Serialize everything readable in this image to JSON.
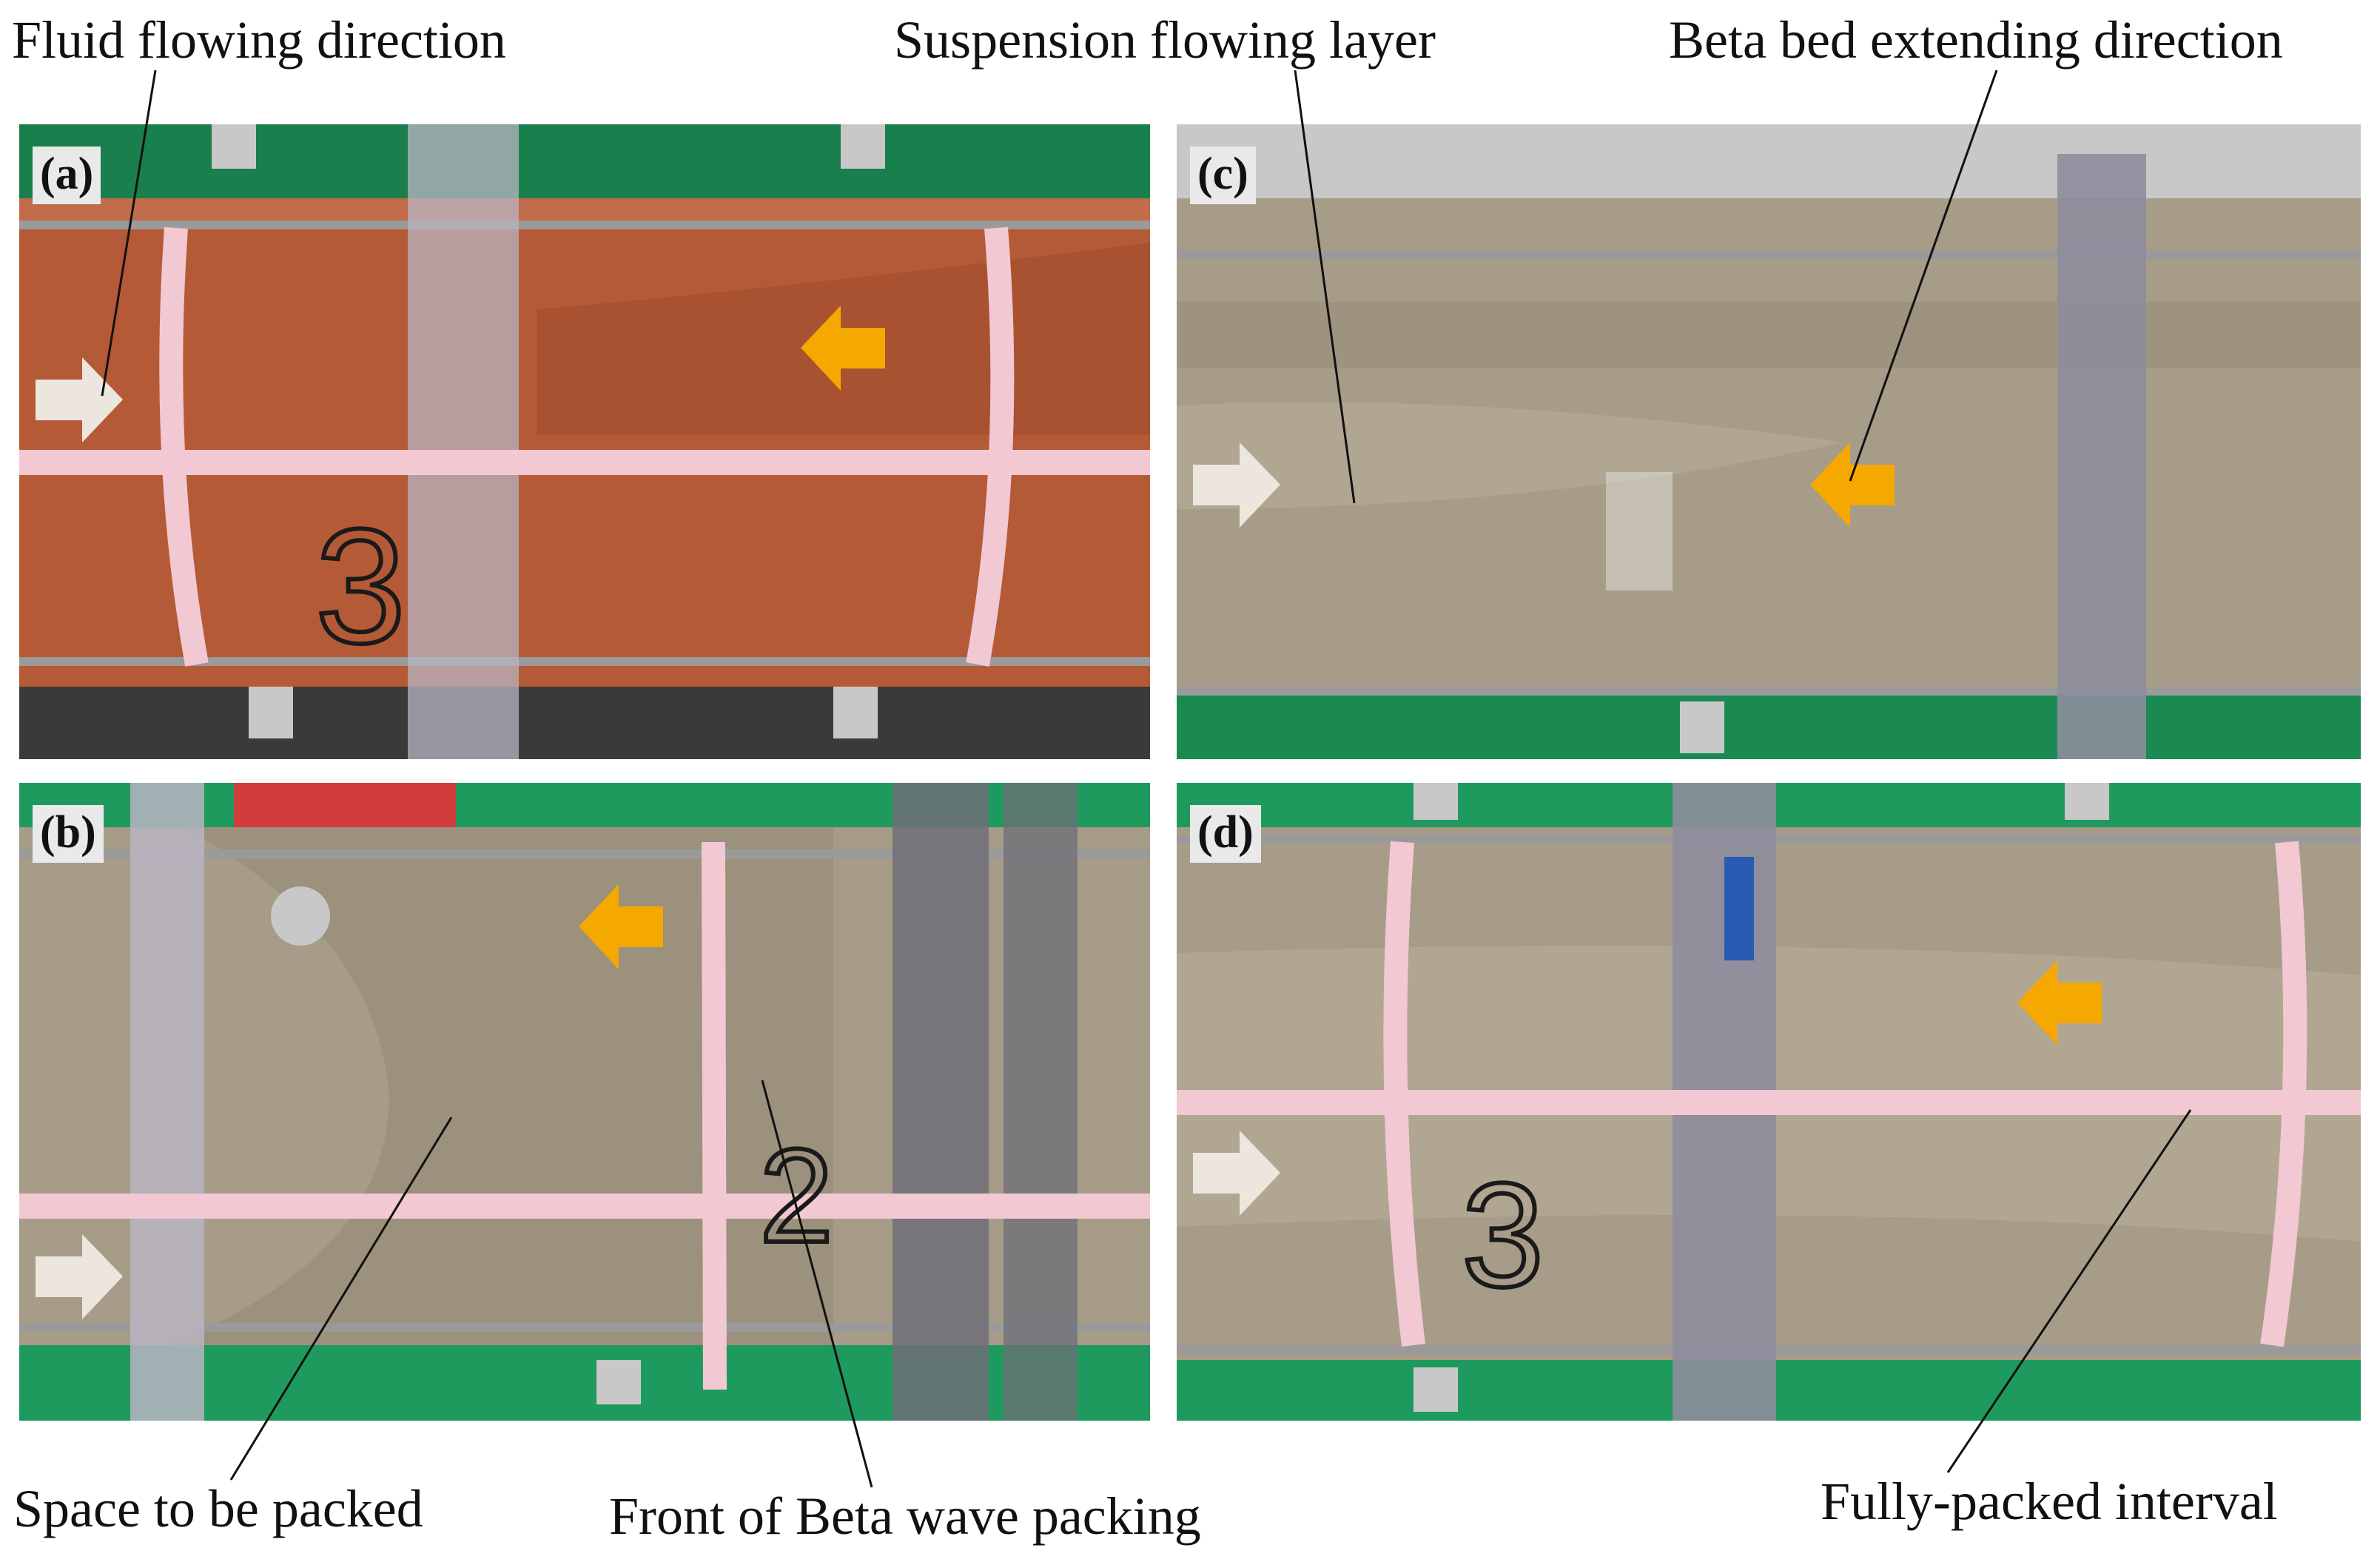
{
  "callouts": {
    "fluid_flowing_direction": "Fluid flowing direction",
    "suspension_flowing_layer": "Suspension flowing layer",
    "beta_bed_extending_direction": "Beta bed extending direction",
    "space_to_be_packed": "Space to be packed",
    "front_of_beta_wave_packing": "Front of Beta wave packing",
    "fully_packed_interval": "Fully-packed interval"
  },
  "panels": {
    "a": {
      "tag": "(a)",
      "pipe_number": "3"
    },
    "b": {
      "tag": "(b)",
      "pipe_number": "2"
    },
    "c": {
      "tag": "(c)"
    },
    "d": {
      "tag": "(d)",
      "pipe_number": "3"
    }
  },
  "colors": {
    "flow_arrow": "#ece6df",
    "beta_arrow": "#f5a800",
    "panel_a_fluid": "#b55a36",
    "sand_gray": "#a79c88",
    "background_green": "#1f9a5e",
    "tape_pink": "#f2c8d2"
  },
  "icons": {
    "flow_arrow": "arrow-right-icon",
    "beta_arrow": "arrow-left-icon"
  }
}
